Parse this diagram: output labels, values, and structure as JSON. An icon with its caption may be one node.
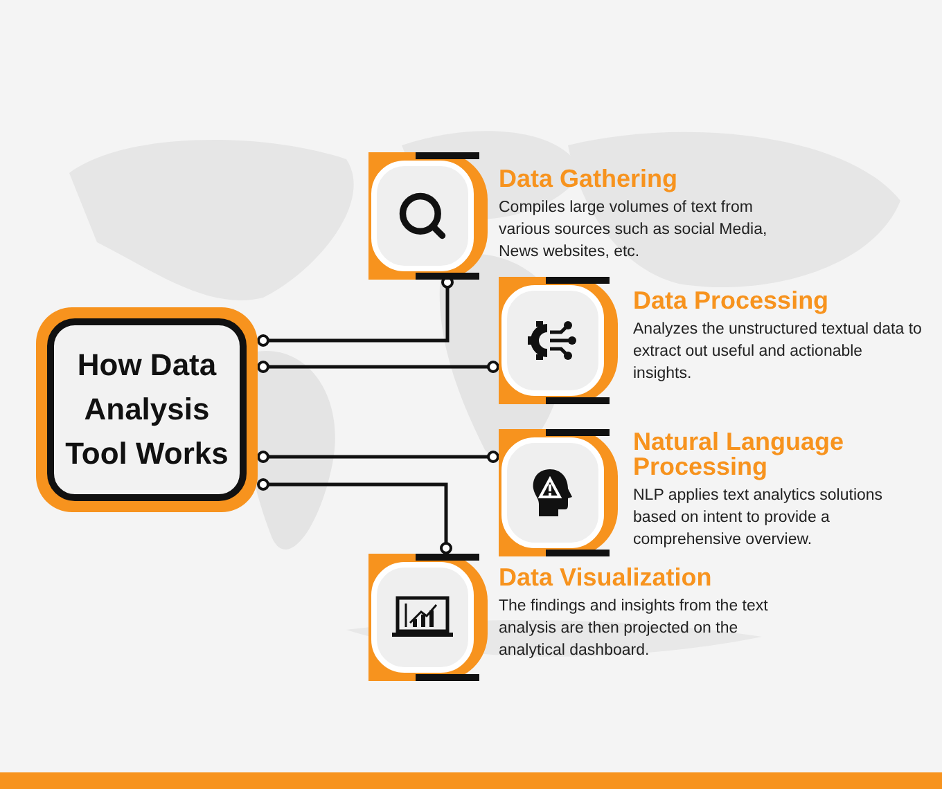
{
  "diagram": {
    "nodes": [
      {
        "text": [
          "How Data Analysis Tool Works"
        ]
      },
      {
        "text": [],
        "shape": "box",
        "beside": [
          "Data Gathering",
          "Compiles large volumes of text from various sources such as social Media, News websites, etc."
        ]
      },
      {
        "text": [],
        "shape": "box",
        "beside": [
          "Data Processing",
          "Analyzes the unstructured textual data to extract out useful and actionable insights."
        ]
      },
      {
        "text": [],
        "shape": "box",
        "beside": [
          "Natural Language Processing",
          "NLP applies text analytics solutions based on intent to provide a comprehensive overview."
        ]
      },
      {
        "text": [],
        "shape": "box",
        "beside": [
          "Data Visualization",
          "The findings and insights from the text analysis are then projected on the analytical dashboard."
        ]
      }
    ],
    "edges": [
      {
        "from": 0,
        "to": 1,
        "arrow": "other"
      },
      {
        "from": 0,
        "to": 2,
        "arrow": "other"
      },
      {
        "from": 0,
        "to": 3,
        "arrow": "other"
      },
      {
        "from": 0,
        "to": 4,
        "arrow": "other"
      }
    ]
  }
}
